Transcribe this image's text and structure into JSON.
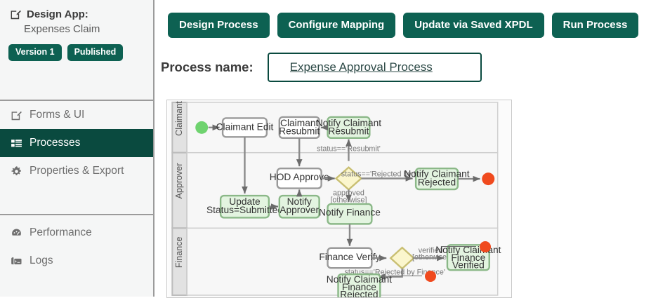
{
  "sidebar": {
    "title": "Design App:",
    "subtitle": "Expenses Claim",
    "badges": [
      {
        "label": "Version 1",
        "name": "version-badge"
      },
      {
        "label": "Published",
        "name": "published-badge"
      }
    ],
    "group1": [
      {
        "label": "Forms & UI",
        "icon": "pencil-square-icon",
        "active": false
      },
      {
        "label": "Processes",
        "icon": "list-rows-icon",
        "active": true
      },
      {
        "label": "Properties & Export",
        "icon": "gear-icon",
        "active": false
      }
    ],
    "group2": [
      {
        "label": "Performance",
        "icon": "gauge-icon",
        "active": false
      },
      {
        "label": "Logs",
        "icon": "log-terminal-icon",
        "active": false
      }
    ]
  },
  "toolbar": {
    "buttons": [
      {
        "label": "Design Process",
        "name": "design-process-button"
      },
      {
        "label": "Configure Mapping",
        "name": "configure-mapping-button"
      },
      {
        "label": "Update via Saved XPDL",
        "name": "update-via-saved-xpdl-button"
      },
      {
        "label": "Run Process",
        "name": "run-process-button"
      }
    ]
  },
  "process_name": {
    "label": "Process name:",
    "value": "Expense Approval Process",
    "placeholder": "Process name"
  },
  "diagram": {
    "lanes": [
      {
        "id": "claimant",
        "label": "Claimant"
      },
      {
        "id": "approver",
        "label": "Approver"
      },
      {
        "id": "finance",
        "label": "Finance"
      }
    ],
    "nodes": {
      "start": "",
      "claimant_edit": "Claimant Edit",
      "claimant_resubmit": "Claimant Resubmit",
      "notify_claimant_resubmit": "Notify Claimant Resubmit",
      "hod_approve": "HOD Approve",
      "update_status_submitted": "Update Status=Submitted",
      "notify_approver": "Notify Approver",
      "notify_finance": "Notify Finance",
      "notify_claimant_rejected": "Notify Claimant Rejected",
      "finance_verify": "Finance Verify",
      "notify_claimant_finance_verified": "Notify Claimant Finance Verified",
      "notify_claimant_finance_rejected": "Notify Claimant Finance Rejected"
    },
    "edge_labels": {
      "resubmit": "status=='Resubmit'",
      "rejected_by_hod": "status=='Rejected by HOD'",
      "approved_otherwise": "approved [otherwise]",
      "verified_otherwise": "verified [otherwise]",
      "rejected_by_finance": "status=='Rejected by Finance'"
    }
  },
  "colors": {
    "brand_dark": "#0a4a3f",
    "brand": "#0d6152",
    "sidebar_bg": "#f5f6f6",
    "start_event": "#6fd36f",
    "end_event": "#f04a1e",
    "gateway": "#fbf6cd",
    "script_task": "#e3f4e0"
  }
}
